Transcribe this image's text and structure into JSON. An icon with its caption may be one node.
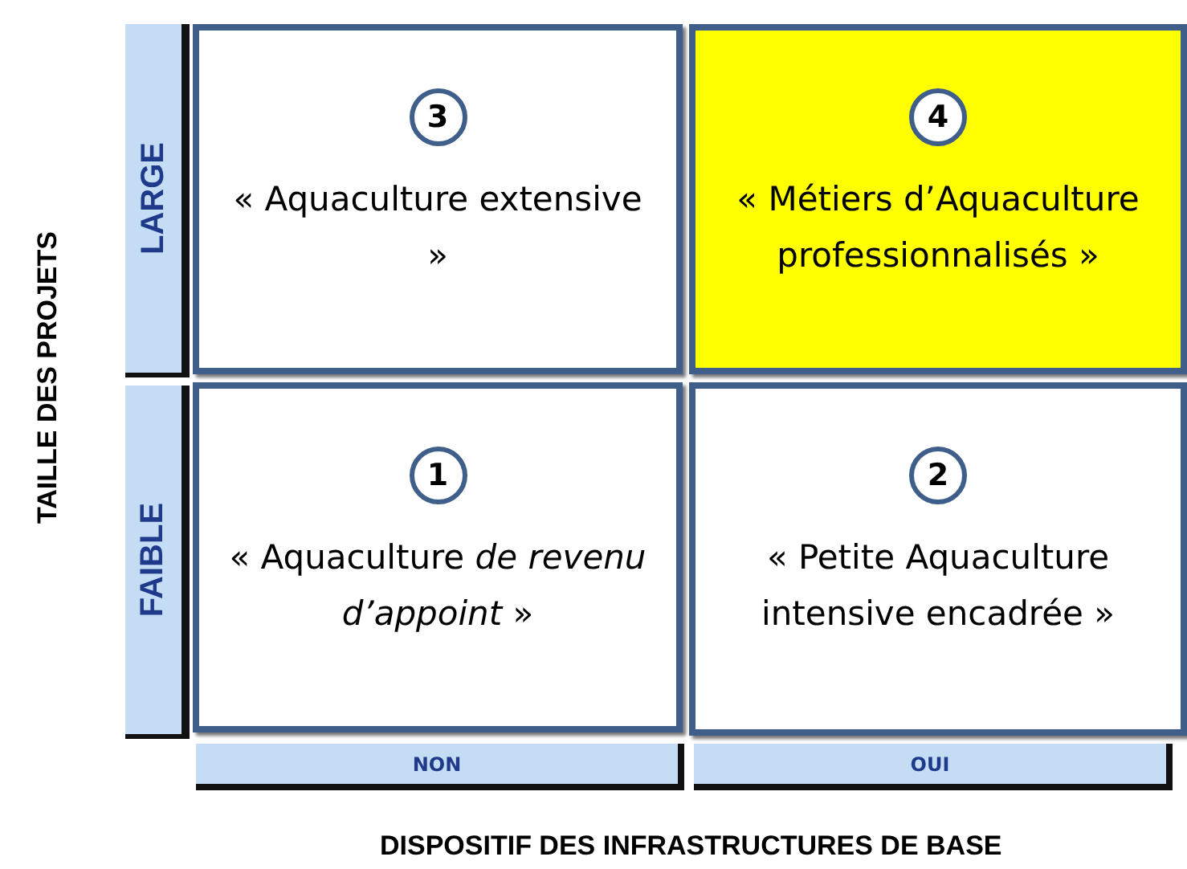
{
  "diagram": {
    "nodes": [
      {
        "text": [
          "LARGE"
        ]
      },
      {
        "text": [
          "3",
          "« Aquaculture extensive »"
        ]
      },
      {
        "text": [
          "4",
          "« Métiers d’Aquaculture professionnalisés »"
        ]
      },
      {
        "text": [
          "FAIBLE"
        ]
      },
      {
        "text": [
          "1",
          "« Aquaculture *de revenu d’appoint* »"
        ]
      },
      {
        "text": [
          "2",
          "« Petite Aquaculture intensive encadrée »"
        ]
      },
      {
        "text": [
          "NON"
        ]
      },
      {
        "text": [
          "OUI"
        ]
      }
    ],
    "labels": [
      "TAILLE DES PROJETS",
      "DISPOSITIF DES INFRASTRUCTURES DE BASE"
    ]
  }
}
